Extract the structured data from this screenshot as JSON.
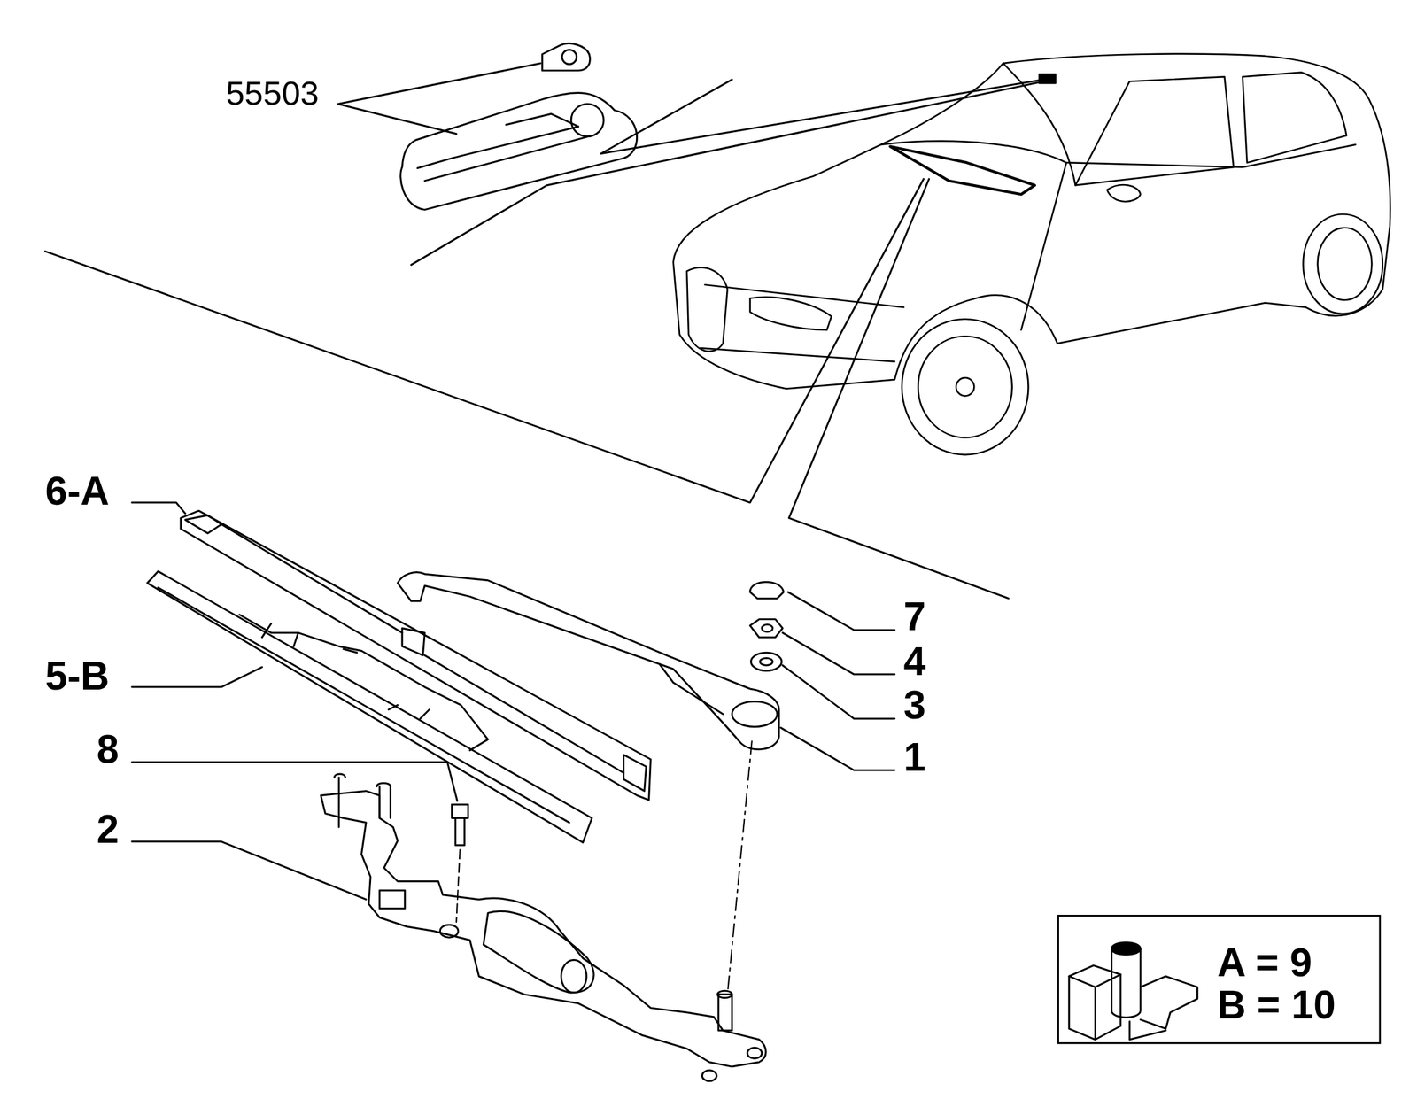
{
  "diagram": {
    "nodes": [
      {
        "text": [
          "A = 9",
          "B = 10"
        ]
      }
    ],
    "labels": [
      "55503",
      "6-A",
      "5-B",
      "8",
      "2",
      "7",
      "4",
      "3",
      "1"
    ]
  }
}
